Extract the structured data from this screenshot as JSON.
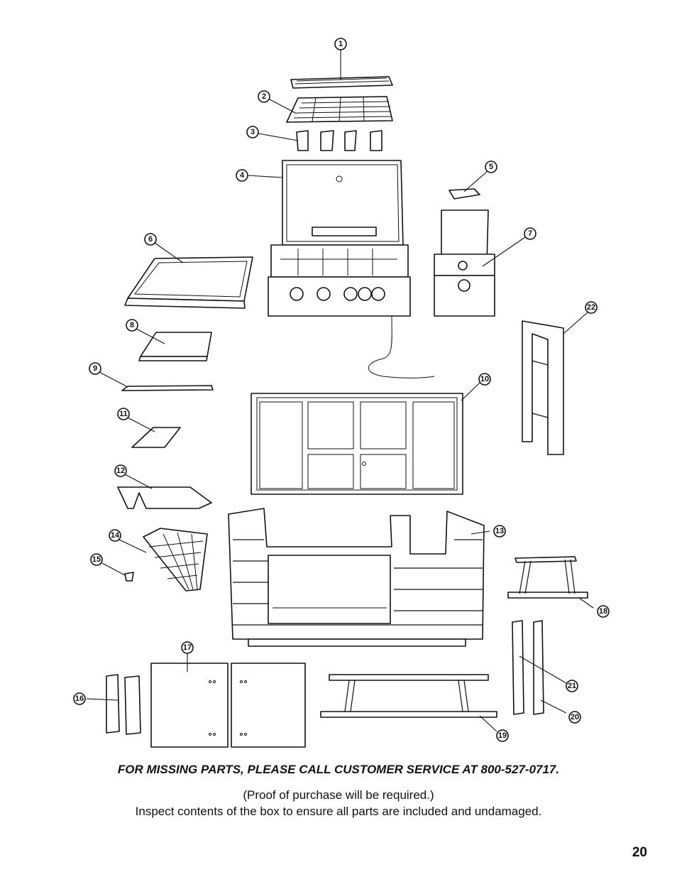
{
  "callouts": [
    "1",
    "2",
    "3",
    "4",
    "5",
    "6",
    "7",
    "8",
    "9",
    "10",
    "11",
    "12",
    "13",
    "14",
    "15",
    "16",
    "17",
    "18",
    "19",
    "20",
    "21",
    "22"
  ],
  "notice": "FOR MISSING PARTS, PLEASE CALL CUSTOMER SERVICE AT 800-527-0717.",
  "proof_note": "(Proof of purchase will be required.)",
  "inspect_note": "Inspect contents of the box to ensure all parts are included and undamaged.",
  "page_number": "20"
}
